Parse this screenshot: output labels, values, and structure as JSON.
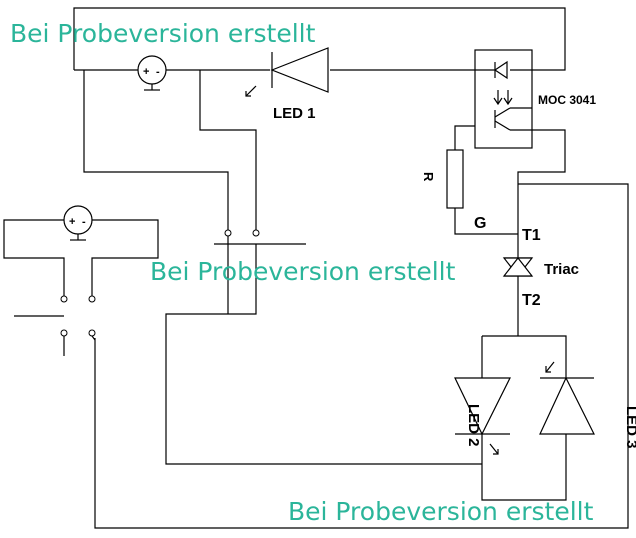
{
  "watermark": "Bei Probeversion erstellt",
  "labels": {
    "led1": "LED 1",
    "optocoupler": "MOC 3041",
    "resistor": "R",
    "gate": "G",
    "t1": "T1",
    "triac": "Triac",
    "t2": "T2",
    "led2": "LED 2",
    "led3": "LED 3"
  },
  "battery_symbol": {
    "plus": "+",
    "minus": "-"
  }
}
